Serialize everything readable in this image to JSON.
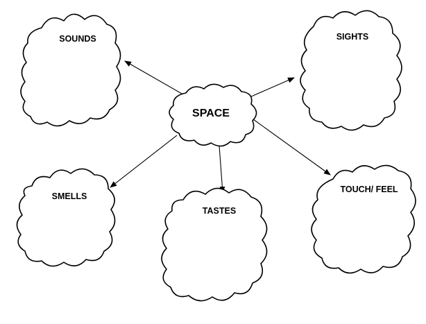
{
  "diagram": {
    "center": {
      "label": "SPACE"
    },
    "nodes": [
      {
        "id": "sounds",
        "label": "SOUNDS"
      },
      {
        "id": "sights",
        "label": "SIGHTS"
      },
      {
        "id": "smells",
        "label": "SMELLS"
      },
      {
        "id": "tastes",
        "label": "TASTES"
      },
      {
        "id": "touch-feel",
        "label": "TOUCH/ FEEL"
      }
    ],
    "edges": [
      {
        "from": "space",
        "to": "sounds"
      },
      {
        "from": "space",
        "to": "sights"
      },
      {
        "from": "space",
        "to": "smells"
      },
      {
        "from": "space",
        "to": "tastes"
      },
      {
        "from": "space",
        "to": "touch-feel"
      }
    ],
    "colors": {
      "stroke": "#000000",
      "fill": "#ffffff"
    }
  }
}
